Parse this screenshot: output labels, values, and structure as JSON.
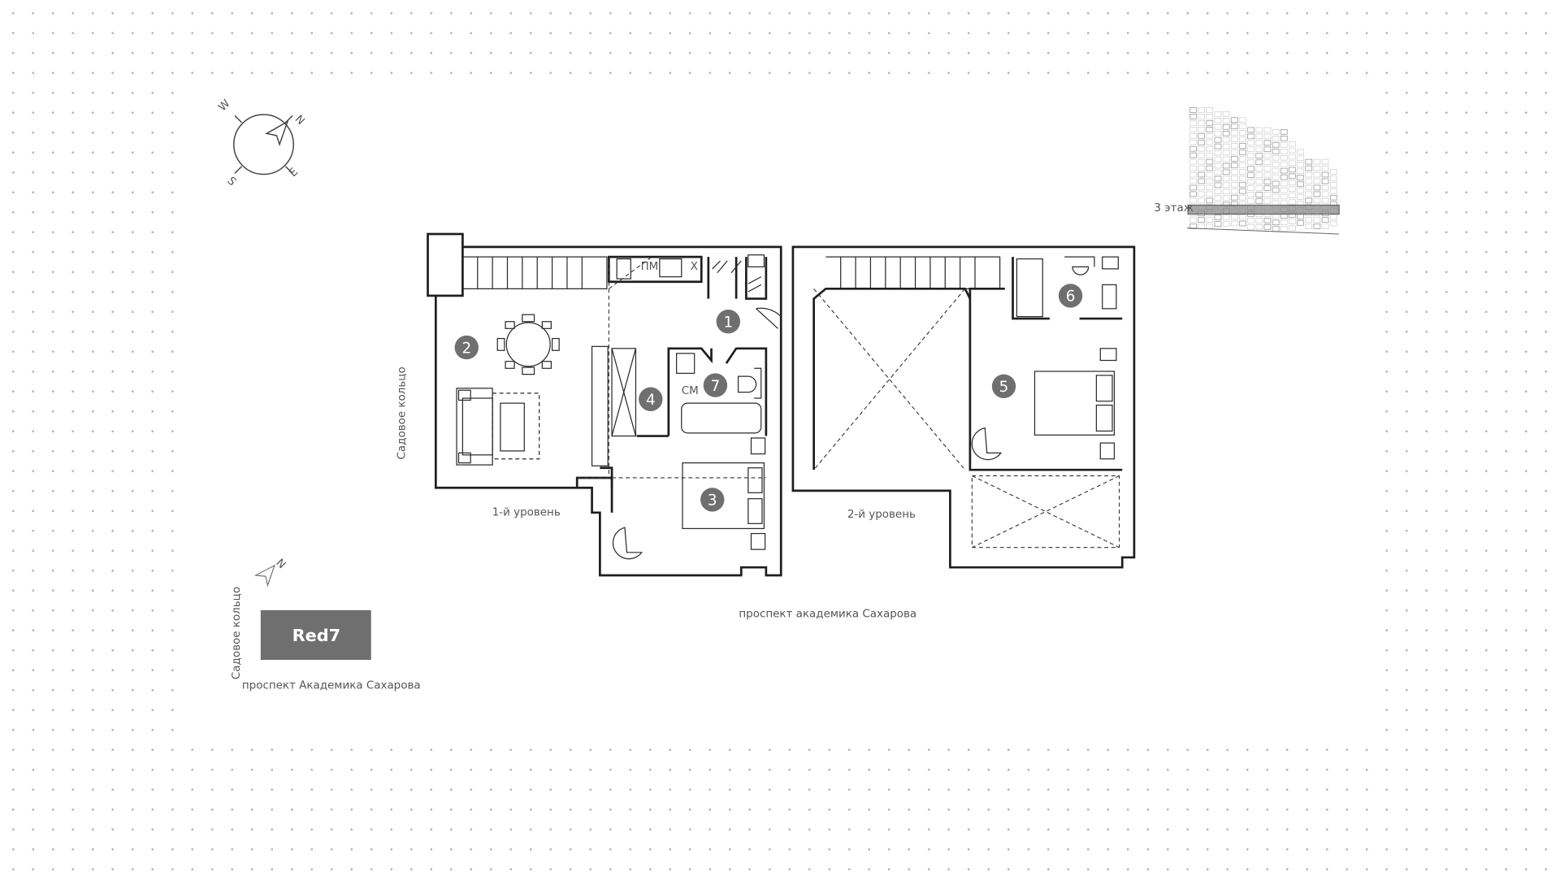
{
  "compass": {
    "n": "N",
    "e": "E",
    "s": "S",
    "w": "W"
  },
  "building": {
    "floor_label": "3 этаж"
  },
  "plan": {
    "level1_label": "1-й уровень",
    "level2_label": "2-й уровень",
    "street_side": "Садовое кольцо",
    "street_bottom": "проспект академика Сахарова",
    "kitchen_marks": {
      "dishwasher": "ПМ",
      "fridge": "Х",
      "washer": "СМ"
    },
    "rooms": [
      "1",
      "2",
      "3",
      "4",
      "5",
      "6",
      "7"
    ]
  },
  "location": {
    "north": "N",
    "badge": "Red7",
    "street_side": "Садовое кольцо",
    "street_bottom": "проспект Академика Сахарова"
  },
  "colors": {
    "room_marker": "#6f6f6f",
    "badge": "#6f6f6f",
    "wall": "#1e1e1e"
  }
}
